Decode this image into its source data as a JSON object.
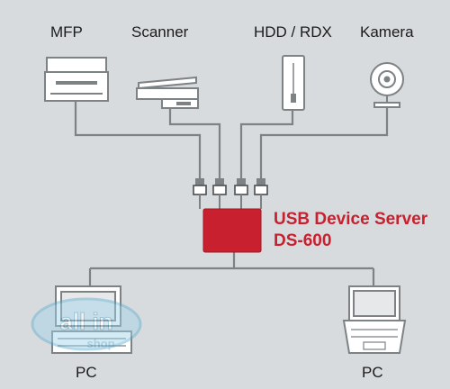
{
  "devices": {
    "mfp": "MFP",
    "scanner": "Scanner",
    "hdd": "HDD / RDX",
    "camera": "Kamera"
  },
  "server": {
    "line1": "USB Device Server",
    "line2": "DS-600"
  },
  "clients": {
    "pc_left": "PC",
    "pc_right": "PC"
  },
  "watermark": {
    "text1": "all in",
    "text2": "shop"
  },
  "colors": {
    "background": "#d8dbdd",
    "device_fill": "#ffffff",
    "device_stroke": "#7d8285",
    "server_red": "#c8202e",
    "cable": "#7d8285"
  }
}
